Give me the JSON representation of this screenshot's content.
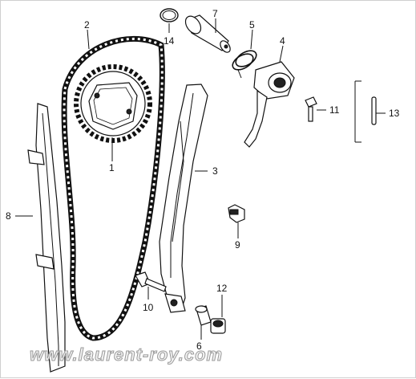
{
  "diagram": {
    "labels": [
      {
        "id": "1",
        "text": "1"
      },
      {
        "id": "2",
        "text": "2"
      },
      {
        "id": "3",
        "text": "3"
      },
      {
        "id": "4",
        "text": "4"
      },
      {
        "id": "5",
        "text": "5"
      },
      {
        "id": "6",
        "text": "6"
      },
      {
        "id": "7",
        "text": "7"
      },
      {
        "id": "8",
        "text": "8"
      },
      {
        "id": "9",
        "text": "9"
      },
      {
        "id": "10",
        "text": "10"
      },
      {
        "id": "11",
        "text": "11"
      },
      {
        "id": "12",
        "text": "12"
      },
      {
        "id": "13",
        "text": "13"
      },
      {
        "id": "14",
        "text": "14"
      }
    ],
    "watermark": "www.laurent-roy.com",
    "colors": {
      "ink": "#111111",
      "watermark_fill": "#f2f2f2",
      "watermark_stroke": "#9a9a9a",
      "background": "#ffffff"
    }
  }
}
